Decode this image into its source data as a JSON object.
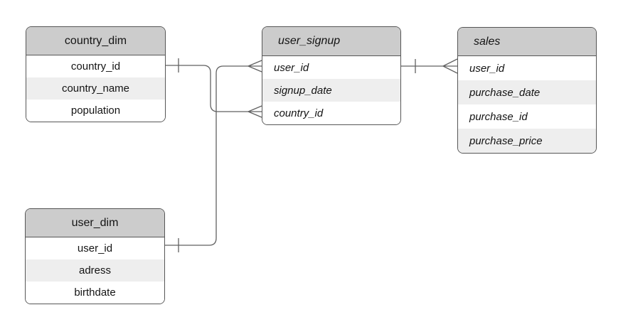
{
  "diagram": {
    "type": "entity-relationship",
    "background": "#ffffff",
    "colors": {
      "header_fill": "#cccccc",
      "row_fill": "#ffffff",
      "row_alt_fill": "#eeeeee",
      "border": "#565656",
      "edge": "#616161",
      "text": "#141414"
    },
    "tables": [
      {
        "id": "country_dim",
        "title": "country_dim",
        "style": "plain",
        "columns": [
          "country_id",
          "country_name",
          "population"
        ]
      },
      {
        "id": "user_signup",
        "title": "user_signup",
        "style": "italic",
        "columns": [
          "user_id",
          "signup_date",
          "country_id"
        ]
      },
      {
        "id": "sales",
        "title": "sales",
        "style": "italic",
        "columns": [
          "user_id",
          "purchase_date",
          "purchase_id",
          "purchase_price"
        ]
      },
      {
        "id": "user_dim",
        "title": "user_dim",
        "style": "plain",
        "columns": [
          "user_id",
          "adress",
          "birthdate"
        ]
      }
    ],
    "relationships": [
      {
        "from": "country_dim.country_id",
        "from_cardinality": "one",
        "to": "user_signup.country_id",
        "to_cardinality": "many"
      },
      {
        "from": "user_dim.user_id",
        "from_cardinality": "one",
        "to": "user_signup.user_id",
        "to_cardinality": "many"
      },
      {
        "from": "user_signup.user_id",
        "from_cardinality": "one",
        "to": "sales.user_id",
        "to_cardinality": "many"
      }
    ]
  }
}
